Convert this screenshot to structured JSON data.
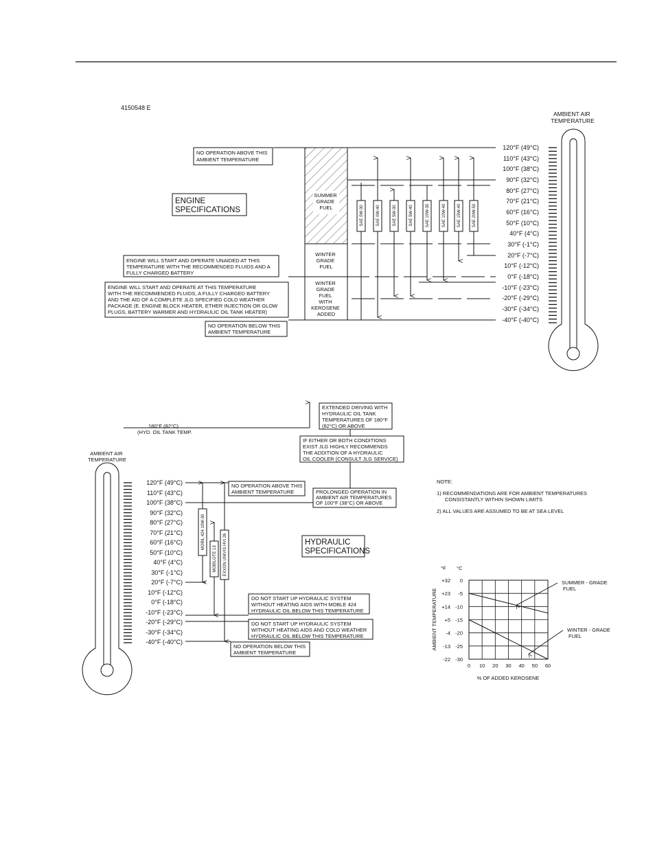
{
  "header": {
    "figure_number": "4150548 E"
  },
  "engine": {
    "thermometer_label": [
      "AMBIENT AIR",
      "TEMPERATURE"
    ],
    "scale": [
      "120°F  (49°C)",
      "110°F  (43°C)",
      "100°F  (38°C)",
      "90°F  (32°C)",
      "80°F  (27°C)",
      "70°F  (21°C)",
      "60°F  (16°C)",
      "50°F  (10°C)",
      "40°F  (4°C)",
      "30°F  (-1°C)",
      "20°F  (-7°C)",
      "10°F  (-12°C)",
      "0°F  (-18°C)",
      "-10°F  (-23°C)",
      "-20°F  (-29°C)",
      "-30°F  (-34°C)",
      "-40°F  (-40°C)"
    ],
    "title": [
      "ENGINE",
      "SPECIFICATIONS"
    ],
    "note_no_op_above": [
      "NO OPERATION ABOVE THIS",
      "AMBIENT TEMPERATURE"
    ],
    "note_unaided": [
      "ENGINE WILL START AND OPERATE UNAIDED AT THIS",
      "TEMPERATURE WITH THE RECOMMENDED FLUIDS AND A",
      "FULLY CHARGED BATTERY"
    ],
    "note_cold_weather": [
      "ENGINE WILL START AND OPERATE AT THIS TEMPERATURE",
      "WITH THE RECOMMENDED FLUIDS, A FULLY CHARGED BATTERY",
      "AND THE AID OF A COMPLETE JLG SPECIFIED COLD WEATHER",
      "PACKAGE (E. ENGINE BLOCK HEATER, ETHER INJECTION OR GLOW",
      "PLUGS, BATTERY WARMER AND HYDRAULIC OIL TANK HEATER)"
    ],
    "note_no_op_below": [
      "NO OPERATION BELOW THIS",
      "AMBIENT TEMPERATURE"
    ],
    "fuel_summer": [
      "SUMMER",
      "GRADE",
      "FUEL"
    ],
    "fuel_winter": [
      "WINTER",
      "GRADE",
      "FUEL"
    ],
    "fuel_winter_kerosene": [
      "WINTER",
      "GRADE",
      "FUEL",
      "WITH",
      "KEROSENE",
      "ADDED"
    ],
    "oils": [
      "SAE 0W-30",
      "SAE 0W-40",
      "SAE 5W-30",
      "SAE 5W-40",
      "SAE 10W-30",
      "SAE 10W-40",
      "SAE 15W-40",
      "SAE 20W-50"
    ]
  },
  "hydraulic": {
    "thermometer_label": [
      "AMBIENT AIR",
      "TEMPERATURE"
    ],
    "scale": [
      "120°F  (49°C)",
      "110°F  (43°C)",
      "100°F  (38°C)",
      "90°F  (32°C)",
      "80°F  (27°C)",
      "70°F  (21°C)",
      "60°F  (16°C)",
      "50°F  (10°C)",
      "40°F  (4°C)",
      "30°F  (-1°C)",
      "20°F  (-7°C)",
      "10°F  (-12°C)",
      "0°F  (-18°C)",
      "-10°F  (-23°C)",
      "-20°F  (-29°C)",
      "-30°F  (-34°C)",
      "-40°F  (-40°C)"
    ],
    "title": [
      "HYDRAULIC",
      "SPECIFICATIONS"
    ],
    "tank_temp": [
      "180°F (82°C)",
      "(HYD. OIL TANK TEMP."
    ],
    "note_extended": [
      "EXTENDED DRIVING WITH",
      "HYDRAULIC OIL TANK",
      "TEMPERATURES OF 180°F",
      "(82°C) OR ABOVE"
    ],
    "note_cooler": [
      "IF EITHER OR BOTH CONDITIONS",
      "EXIST JLG HIGHLY RECOMMENDS",
      "THE ADDITION OF A HYDRAULIC",
      "OIL COOLER (CONSULT JLG SERVICE)"
    ],
    "note_no_op_above": [
      "NO OPERATION ABOVE THIS",
      "AMBIENT TEMPERATURE"
    ],
    "note_prolonged": [
      "PROLONGED OPERATION IN",
      "AMBIENT AIR TEMPERATURES",
      "OF 100°F (38°C) OR ABOVE"
    ],
    "note_mobil424": [
      "DO NOT START UP HYDRAULIC SYSTEM",
      "WITHOUT HEATING AIDS WITH MOBLE 424",
      "HYDRAULIC OIL BELOW THIS TEMPERATURE"
    ],
    "note_coldweather": [
      "DO NOT START UP HYDRAULIC SYSTEM",
      "WITHOUT HEATING AIDS AND COLD WEATHER",
      "HYDRAULIC OIL BELOW THIS TEMPERATURE"
    ],
    "note_no_op_below": [
      "NO OPERATION BELOW THIS",
      "AMBIENT TEMPERATURE"
    ],
    "oils": [
      "MOBIL 424 10W-30",
      "MOBILOTE 13",
      "EXXON UNIVIS HVI 26"
    ]
  },
  "notes": {
    "heading": "NOTE:",
    "lines": [
      "1)  RECOMMENDATIONS ARE FOR AMBIENT TEMPERATURES",
      "CONSISTANTLY WITHIN SHOWN LIMITS",
      "2)  ALL VALUES ARE ASSUMED TO BE AT SEA LEVEL"
    ]
  },
  "chart_data": {
    "type": "line",
    "title": "",
    "xlabel": "% OF ADDED KEROSENE",
    "ylabel": "AMBIENT TEMPERATURE",
    "x_ticks": [
      "0",
      "10",
      "20",
      "30",
      "40",
      "50",
      "60"
    ],
    "y_unit_f": "°F",
    "y_unit_c": "°C",
    "y_ticks_f": [
      "+32",
      "+23",
      "+14",
      "+5",
      "-4",
      "-13",
      "-22"
    ],
    "y_ticks_c": [
      "0",
      "-5",
      "-10",
      "-15",
      "-20",
      "-25",
      "-30"
    ],
    "xlim": [
      0,
      60
    ],
    "ylim": [
      -30,
      0
    ],
    "grid": true,
    "series": [
      {
        "name": "SUMMER - GRADE FUEL",
        "x": [
          0,
          60
        ],
        "y": [
          -5,
          -12.5
        ]
      },
      {
        "name": "WINTER - GRADE FUEL",
        "x": [
          0,
          60
        ],
        "y": [
          -15,
          -30
        ]
      }
    ]
  }
}
